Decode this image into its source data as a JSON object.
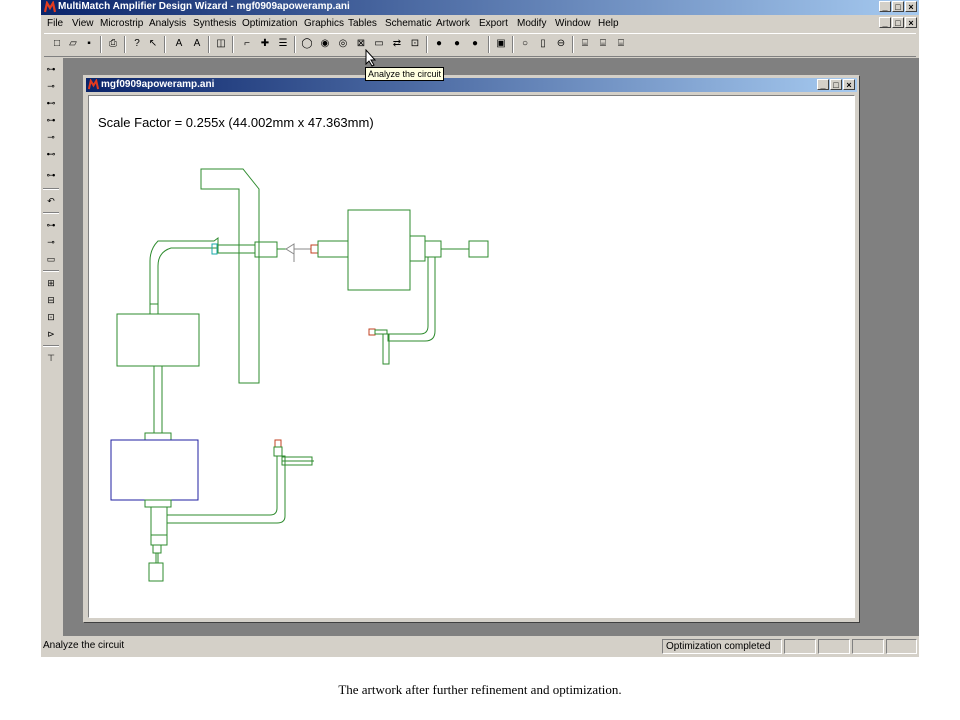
{
  "app": {
    "title": "MultiMatch Amplifier Design Wizard - mgf0909apoweramp.ani",
    "window_controls": [
      "_",
      "□",
      "×"
    ]
  },
  "menu": [
    "File",
    "View",
    "Microstrip",
    "Analysis",
    "Synthesis",
    "Optimization",
    "Graphics",
    "Tables",
    "Schematic",
    "Artwork",
    "Export",
    "Modify",
    "Window",
    "Help"
  ],
  "tooltip": "Analyze the circuit",
  "child_window": {
    "title": "mgf0909apoweramp.ani",
    "scale_factor": "Scale Factor =  0.255x (44.002mm x 47.363mm)"
  },
  "status": {
    "message": "Analyze the circuit",
    "state": "Optimization completed"
  },
  "caption": "The artwork after further refinement and optimization.",
  "colors": {
    "trace": "#2e8b2e",
    "transistor": "#1f1fa0",
    "titlebar_start": "#0a246a",
    "titlebar_end": "#a6caf0"
  }
}
